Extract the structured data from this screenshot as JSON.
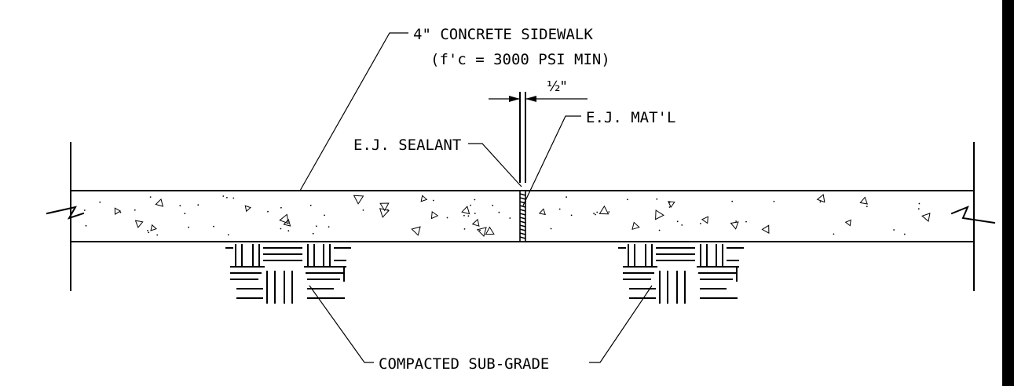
{
  "labels": {
    "sidewalk_line1": "4\" CONCRETE SIDEWALK",
    "sidewalk_line2": "(f'c = 3000 PSI MIN)",
    "joint_width": "½\"",
    "ej_material": "E.J. MAT'L",
    "ej_sealant": "E.J. SEALANT",
    "subgrade": "COMPACTED SUB-GRADE"
  },
  "colors": {
    "background": "#ffffff",
    "linework": "#000000",
    "right_border": "#000000"
  }
}
